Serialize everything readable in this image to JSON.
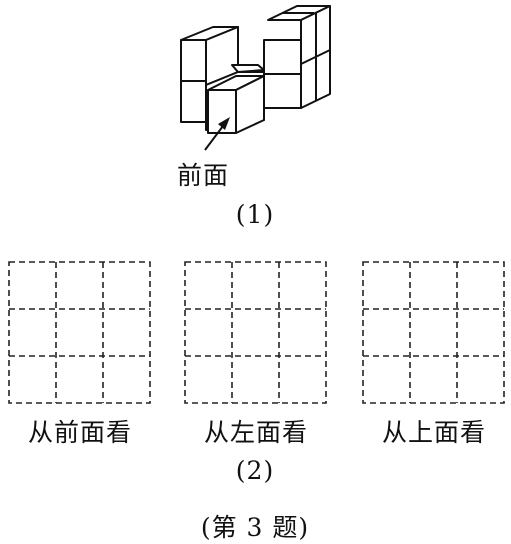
{
  "figure1": {
    "front_label": "前面",
    "caption": "(1)"
  },
  "figure2": {
    "grids": [
      {
        "label": "从前面看"
      },
      {
        "label": "从左面看"
      },
      {
        "label": "从上面看"
      }
    ],
    "caption": "(2)"
  },
  "problem_caption": "(第 3 题)"
}
